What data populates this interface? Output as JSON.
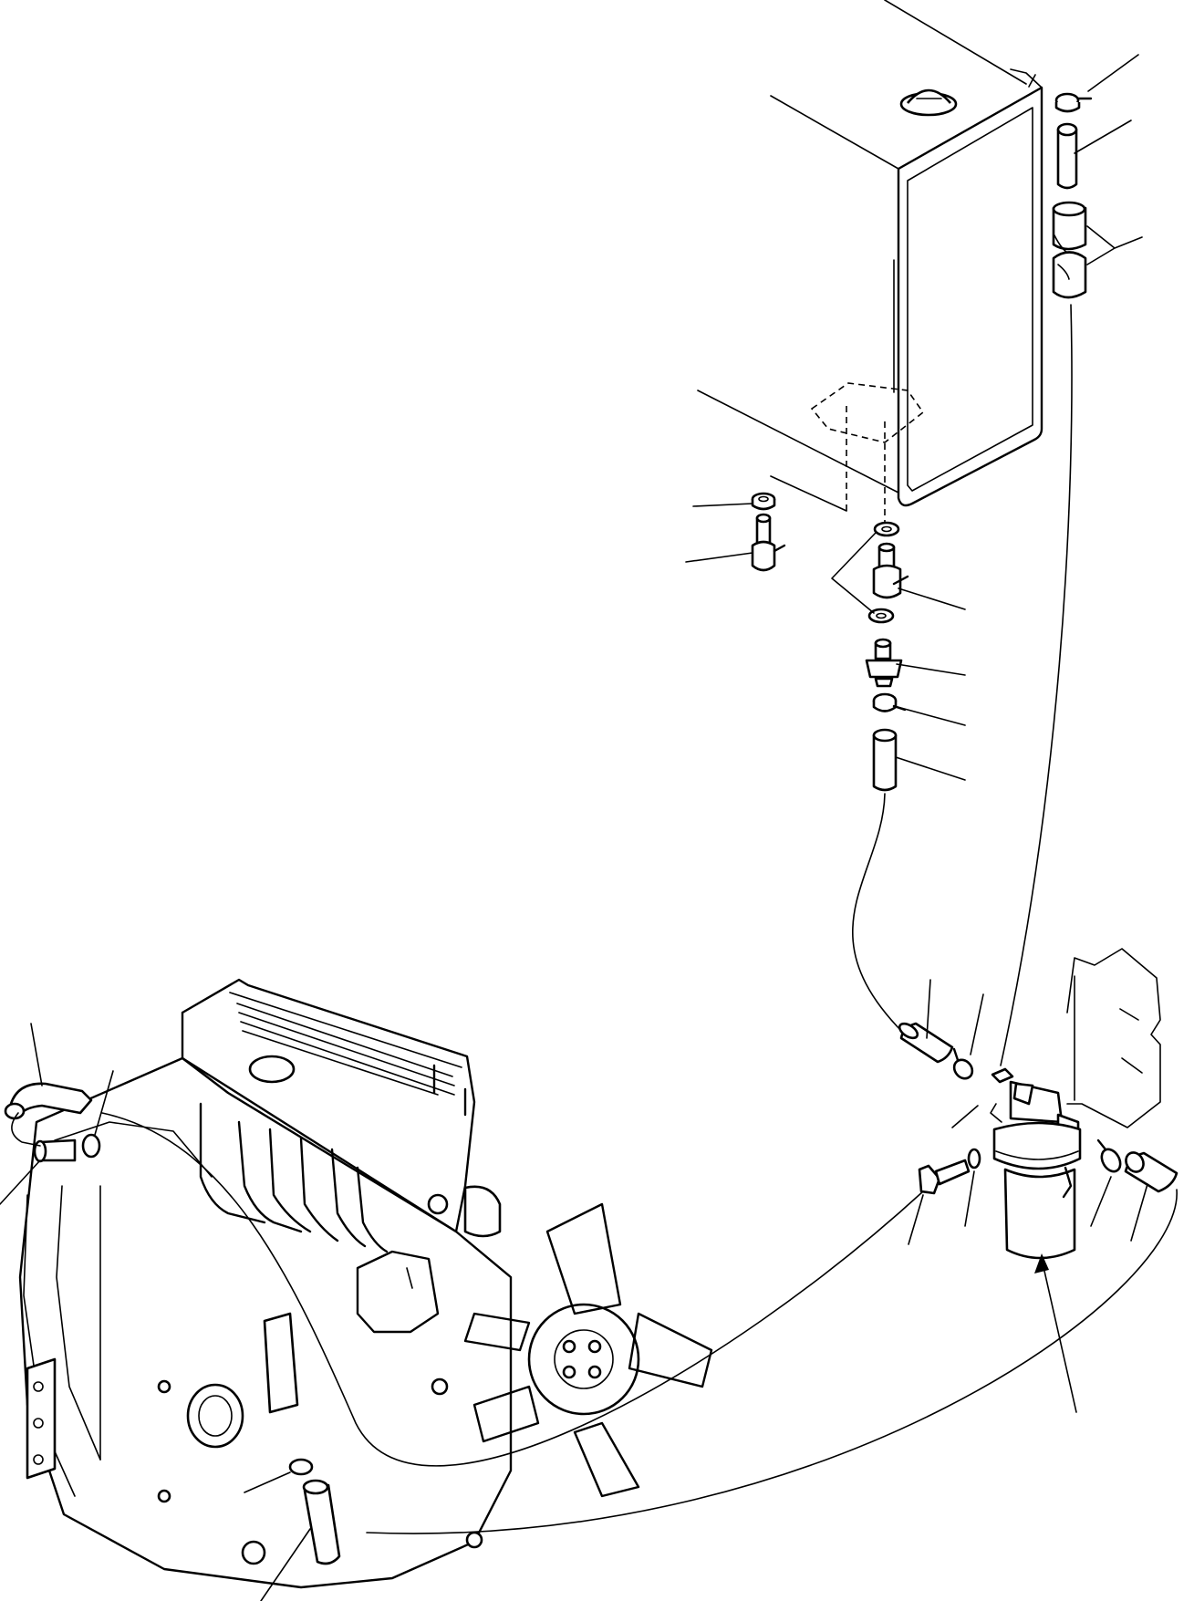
{
  "diagram": {
    "type": "exploded parts illustration",
    "components": [
      "fuel-tank",
      "tank-outlet-fittings",
      "return-hose-assembly",
      "supply-hose",
      "fuel-filter",
      "engine",
      "cooling-fan"
    ]
  }
}
